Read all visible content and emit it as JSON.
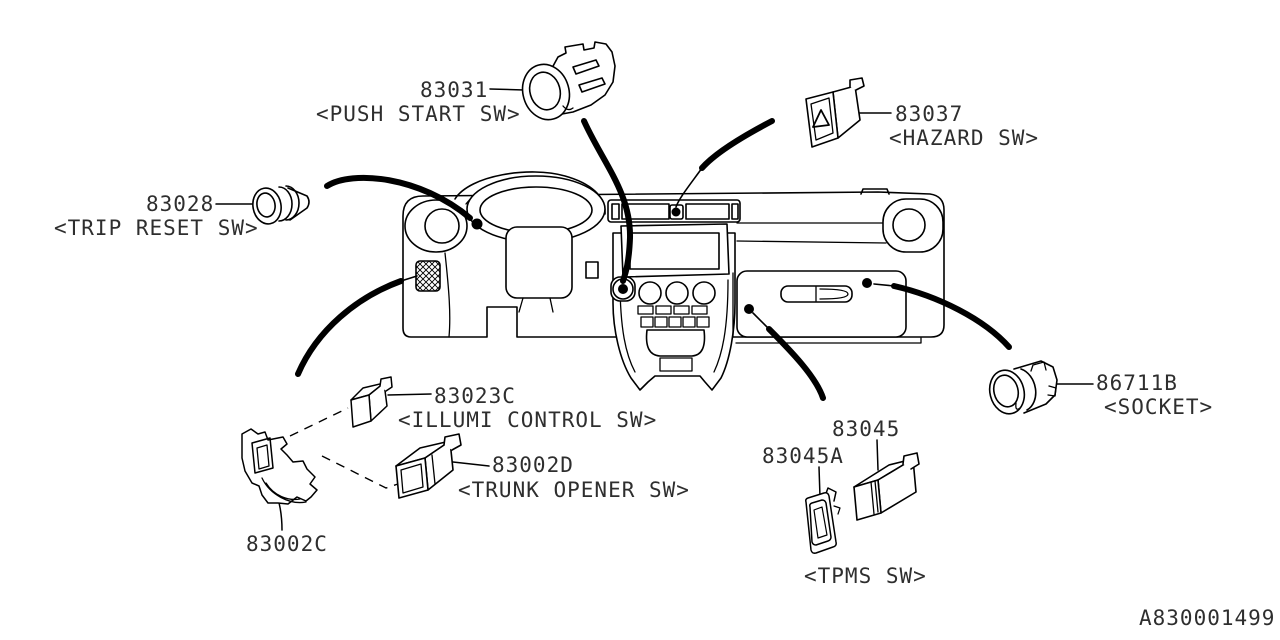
{
  "footer": {
    "diagram_id": "A830001499"
  },
  "parts": {
    "push_start": {
      "number": "83031",
      "name": "<PUSH START SW>"
    },
    "hazard": {
      "number": "83037",
      "name": "<HAZARD SW>"
    },
    "trip_reset": {
      "number": "83028",
      "name": "<TRIP RESET SW>"
    },
    "illumi_control": {
      "number": "83023C",
      "name": "<ILLUMI CONTROL SW>"
    },
    "trunk_opener": {
      "number": "83002D",
      "name": "<TRUNK OPENER SW>"
    },
    "bracket": {
      "number": "83002C"
    },
    "tpms_sub": {
      "number": "83045A"
    },
    "tpms": {
      "number": "83045",
      "name": "<TPMS SW>"
    },
    "socket": {
      "number": "86711B",
      "name": "<SOCKET>"
    }
  },
  "colors": {
    "background": "#ffffff",
    "line": "#000000",
    "text": "#2e2e2e"
  }
}
